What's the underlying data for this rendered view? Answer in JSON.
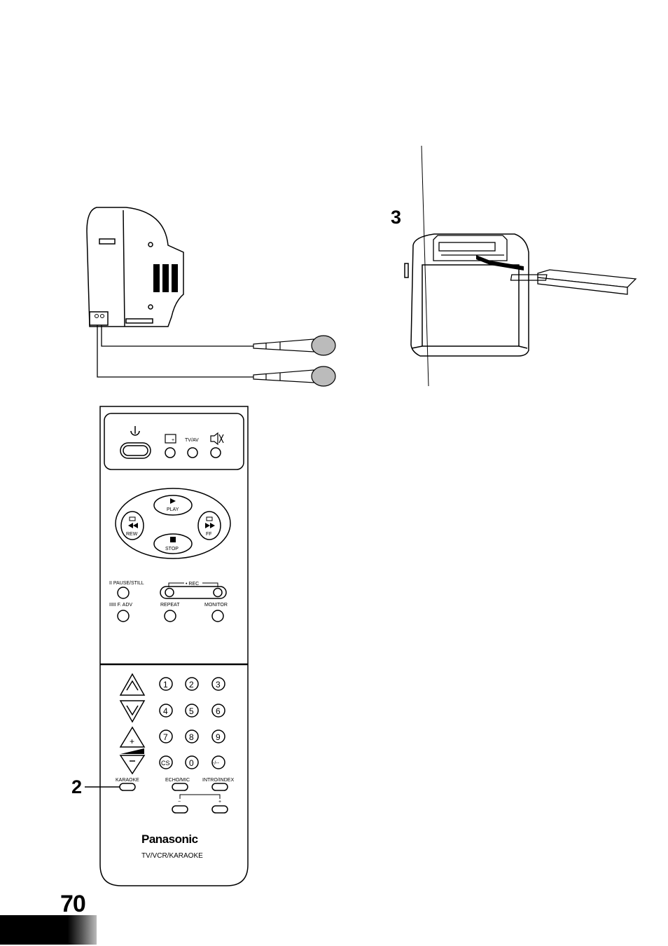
{
  "callouts": {
    "step_2": "2",
    "step_3": "3"
  },
  "remote": {
    "labels": {
      "tv_av": "TV/AV",
      "play": "PLAY",
      "rew": "REW",
      "ff": "FF",
      "stop": "STOP",
      "pause_still": "II PAUSE/STILL",
      "rec": "• REC",
      "f_adv": "IIIII F. ADV",
      "repeat": "REPEAT",
      "monitor": "MONITOR",
      "karaoke": "KARAOKE",
      "echo_mic": "ECHO/MIC",
      "intro_index": "INTRO/INDEX",
      "minus": "−",
      "plus": "+"
    },
    "digits": [
      "1",
      "2",
      "3",
      "4",
      "5",
      "6",
      "7",
      "8",
      "9",
      "CS",
      "0",
      "-/--"
    ],
    "brand": "Panasonic",
    "model": "TV/VCR/KARAOKE"
  },
  "page_number": "70"
}
